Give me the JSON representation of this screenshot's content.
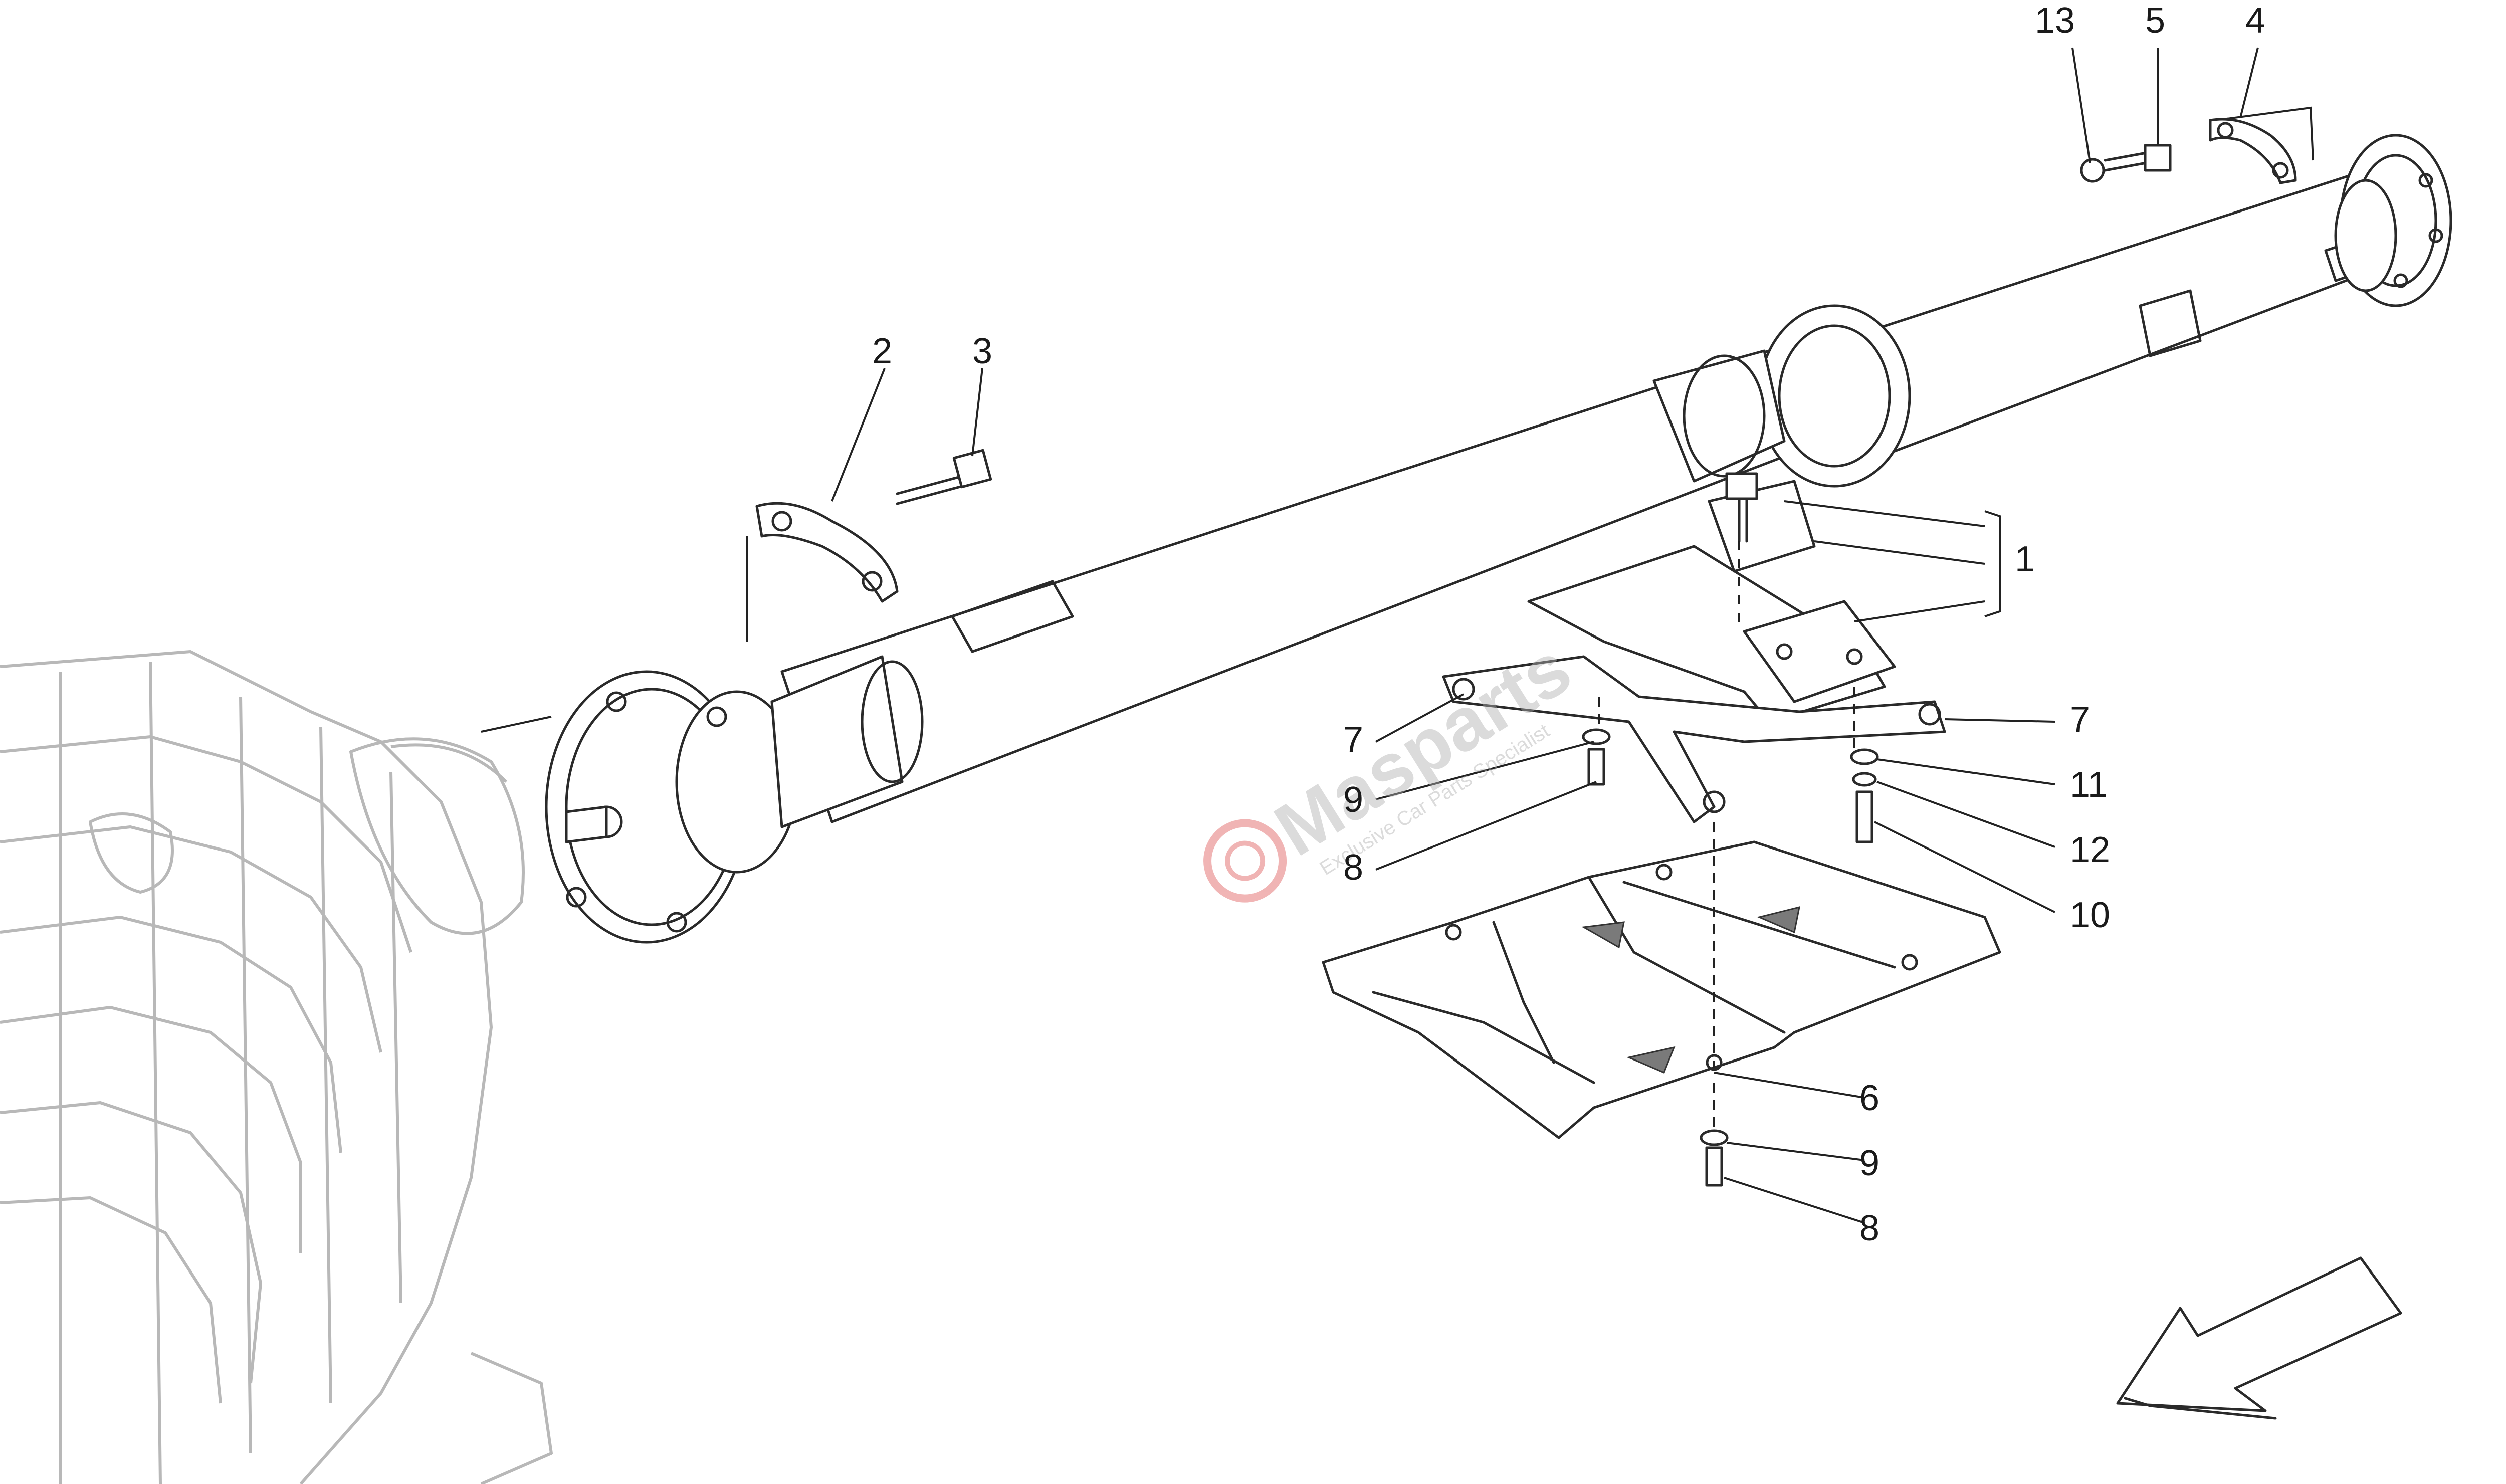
{
  "diagram": {
    "callouts": [
      "13",
      "5",
      "4",
      "2",
      "3",
      "1",
      "7",
      "7",
      "9",
      "11",
      "12",
      "8",
      "10",
      "6",
      "9",
      "8"
    ],
    "watermark": {
      "brand": "Masparts",
      "tagline": "Exclusive Car Parts Specialist"
    },
    "arrow_icon": "direction-arrow-icon",
    "colors": {
      "line": "#2a2a2a",
      "ghost": "#b8b8b8",
      "watermark": "#e05a5a"
    }
  }
}
